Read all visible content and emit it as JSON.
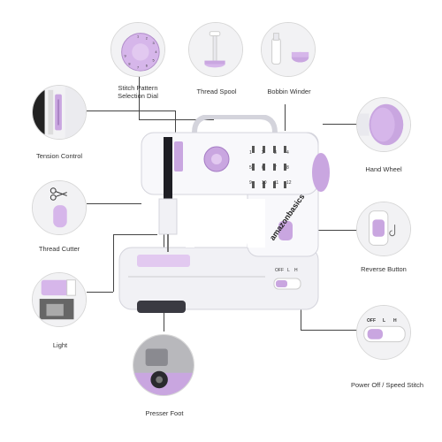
{
  "callouts": {
    "stitch_dial": "Stitch Pattern\nSelection Dial",
    "thread_spool": "Thread Spool",
    "bobbin_winder": "Bobbin Winder",
    "tension_control": "Tension Control",
    "hand_wheel": "Hand Wheel",
    "thread_cutter": "Thread Cutter",
    "reverse_button": "Reverse Button",
    "light": "Light",
    "power_speed_switch": "Power Off / Speed Stitch",
    "presser_foot": "Presser Foot"
  },
  "machine": {
    "brand": "amazonbasics",
    "switch_off": "OFF",
    "switch_low": "L",
    "switch_high": "H",
    "stitch_numbers": [
      "1",
      "2",
      "3",
      "4",
      "5",
      "6",
      "7",
      "8",
      "9",
      "10",
      "11",
      "12"
    ]
  },
  "switch_detail": {
    "off": "OFF",
    "low": "L",
    "high": "H"
  },
  "colors": {
    "accent": "#c9a6e0",
    "accent_dark": "#a57cc4",
    "body": "#f5f5f8"
  }
}
